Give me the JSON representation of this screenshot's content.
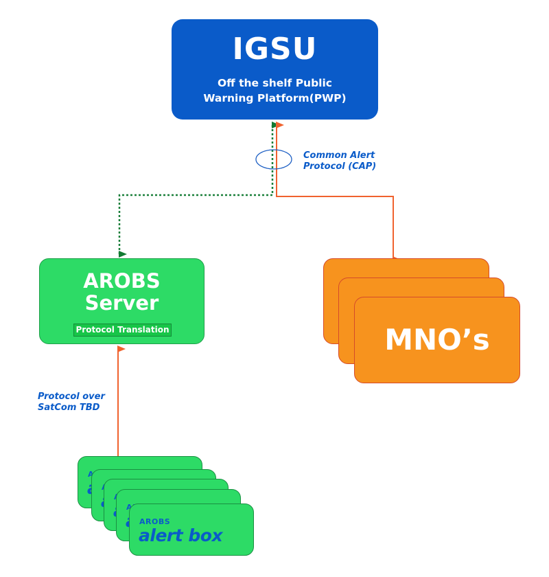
{
  "diagram": {
    "nodes": {
      "igsu": {
        "title": "IGSU",
        "subtitle_line1": "Off the shelf Public",
        "subtitle_line2": "Warning Platform(PWP)",
        "color": "#0a5bc9"
      },
      "arobs_server": {
        "title_line1": "AROBS",
        "title_line2": "Server",
        "tag": "Protocol Translation",
        "color": "#2ddb66"
      },
      "mno": {
        "label": "MNO’s",
        "stack_count": 3,
        "color": "#f7931e"
      },
      "alert_box": {
        "brand": "AROBS",
        "name": "alert box",
        "stack_count": 5,
        "color": "#2ddb66",
        "text_color": "#0a5bc9"
      }
    },
    "edges": [
      {
        "from": "igsu",
        "to": "arobs_server",
        "style": "dotted",
        "color": "#1a7f3a",
        "direction": "bidirectional"
      },
      {
        "from": "igsu",
        "to": "mno",
        "style": "solid",
        "color": "#f0622e",
        "direction": "bidirectional"
      },
      {
        "from": "arobs_server",
        "to": "alert_box",
        "style": "solid",
        "color": "#f0622e",
        "direction": "bidirectional"
      }
    ],
    "labels": {
      "cap_line1": "Common Alert",
      "cap_line2": "Protocol (CAP)",
      "satcom_line1": "Protocol over",
      "satcom_line2": "SatCom TBD"
    }
  }
}
